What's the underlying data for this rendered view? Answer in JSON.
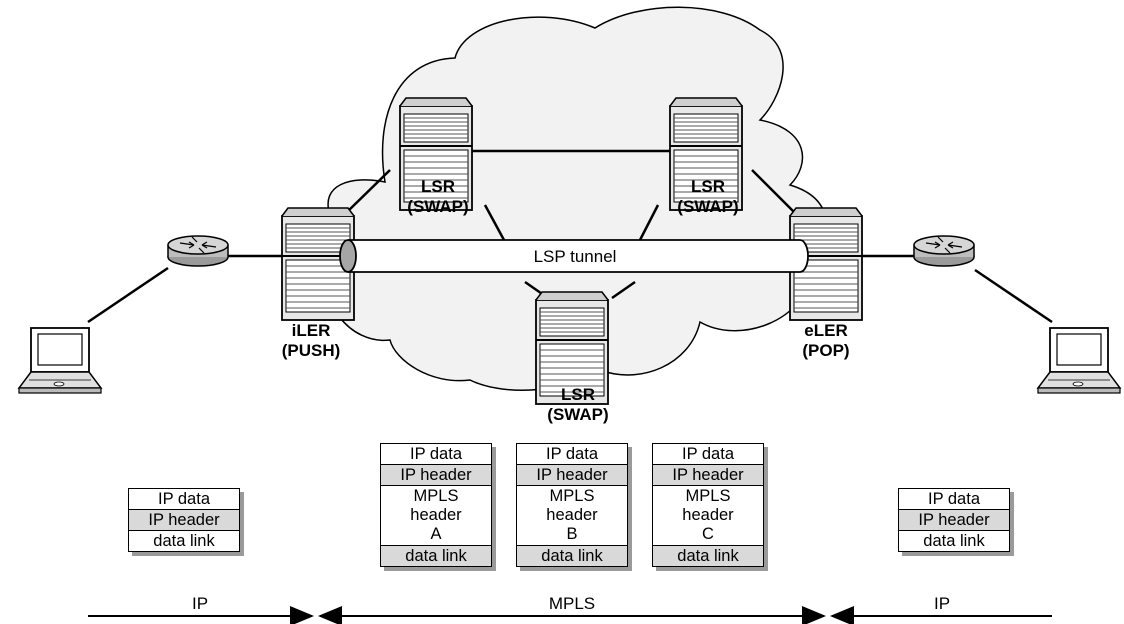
{
  "nodes": {
    "lsr_top_left": {
      "name": "LSR",
      "role": "(SWAP)"
    },
    "lsr_top_right": {
      "name": "LSR",
      "role": "(SWAP)"
    },
    "lsr_bottom": {
      "name": "LSR",
      "role": "(SWAP)"
    },
    "iler": {
      "name": "iLER",
      "role": "(PUSH)"
    },
    "eler": {
      "name": "eLER",
      "role": "(POP)"
    }
  },
  "tunnel_label": "LSP tunnel",
  "stacks": {
    "left": [
      "IP data",
      "IP header",
      "data link"
    ],
    "a": [
      "IP data",
      "IP header",
      "MPLS header A",
      "data link"
    ],
    "b": [
      "IP data",
      "IP header",
      "MPLS header B",
      "data link"
    ],
    "c": [
      "IP data",
      "IP header",
      "MPLS header C",
      "data link"
    ],
    "right": [
      "IP data",
      "IP header",
      "data link"
    ]
  },
  "spans": {
    "left": "IP",
    "middle": "MPLS",
    "right": "IP"
  }
}
